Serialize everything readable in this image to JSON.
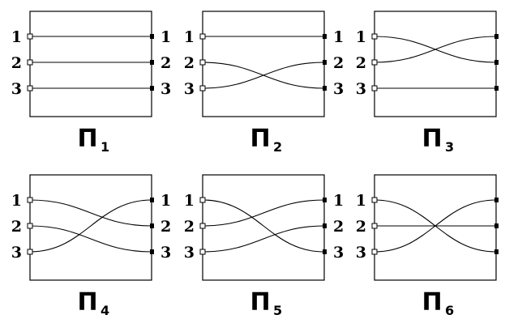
{
  "panels": [
    {
      "symbol": "П",
      "subscript": "1",
      "permutation": [
        1,
        2,
        3
      ],
      "pin_labels": [
        "1",
        "2",
        "3"
      ]
    },
    {
      "symbol": "П",
      "subscript": "2",
      "permutation": [
        1,
        3,
        2
      ],
      "pin_labels": [
        "1",
        "2",
        "3"
      ]
    },
    {
      "symbol": "П",
      "subscript": "3",
      "permutation": [
        2,
        1,
        3
      ],
      "pin_labels": [
        "1",
        "2",
        "3"
      ]
    },
    {
      "symbol": "П",
      "subscript": "4",
      "permutation": [
        2,
        3,
        1
      ],
      "pin_labels": [
        "1",
        "2",
        "3"
      ]
    },
    {
      "symbol": "П",
      "subscript": "5",
      "permutation": [
        3,
        1,
        2
      ],
      "pin_labels": [
        "1",
        "2",
        "3"
      ]
    },
    {
      "symbol": "П",
      "subscript": "6",
      "permutation": [
        3,
        2,
        1
      ],
      "pin_labels": [
        "1",
        "2",
        "3"
      ]
    }
  ]
}
